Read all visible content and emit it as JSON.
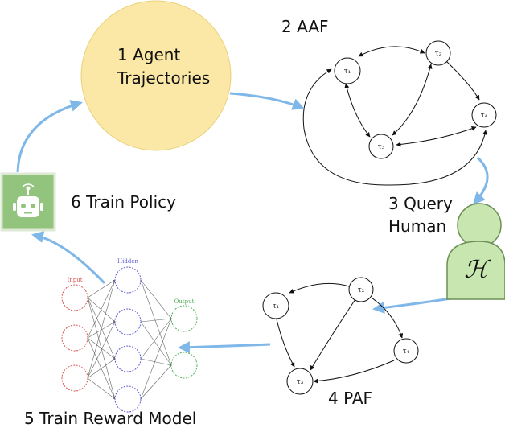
{
  "steps": {
    "agent": {
      "line1": "1 Agent",
      "line2": "Trajectories"
    },
    "aaf": "2 AAF",
    "query": {
      "line1": "3 Query",
      "line2": "Human"
    },
    "paf": "4 PAF",
    "reward": "5 Train Reward Model",
    "policy": "6 Train Policy"
  },
  "human_symbol": "ℋ",
  "aaf_nodes": {
    "t1": "τ₁",
    "t2": "τ₂",
    "t3": "τ₃",
    "t4": "τ₄"
  },
  "paf_nodes": {
    "t1": "τ₁",
    "t2": "τ₂",
    "t3": "τ₃",
    "t4": "τ₄"
  },
  "network": {
    "input_label": "Input",
    "hidden_label": "Hidden",
    "output_label": "Output"
  },
  "colors": {
    "agent_fill": "#fbe8a6",
    "agent_stroke": "#e8d17a",
    "flow_arrow": "#7fb8e8",
    "human_fill": "#c8e6b0",
    "human_stroke": "#6c8f55",
    "robot_bg": "#93c47d",
    "input_nodes": "#d9534f",
    "hidden_nodes": "#5b5bd6",
    "output_nodes": "#4caf50"
  }
}
